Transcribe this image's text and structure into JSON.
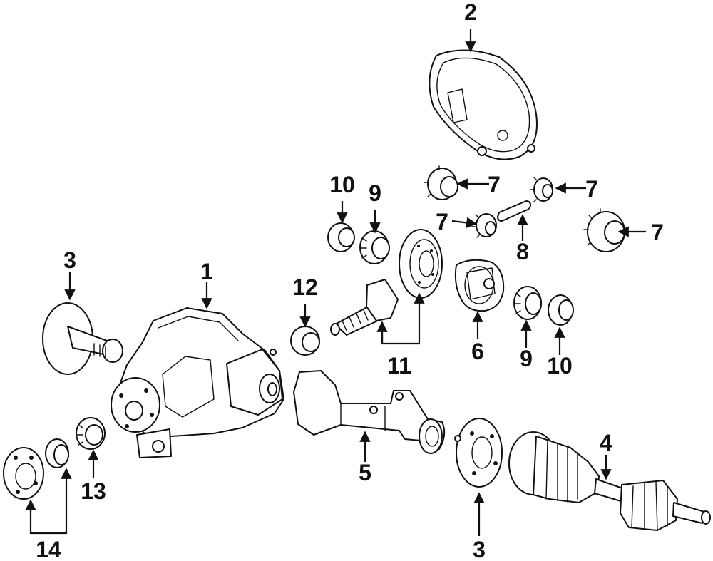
{
  "callouts": {
    "c1": "1",
    "c2": "2",
    "c3a": "3",
    "c3b": "3",
    "c4": "4",
    "c5": "5",
    "c6": "6",
    "c7a": "7",
    "c7b": "7",
    "c7c": "7",
    "c7d": "7",
    "c8": "8",
    "c9a": "9",
    "c9b": "9",
    "c10a": "10",
    "c10b": "10",
    "c11": "11",
    "c12": "12",
    "c13": "13",
    "c14": "14"
  }
}
